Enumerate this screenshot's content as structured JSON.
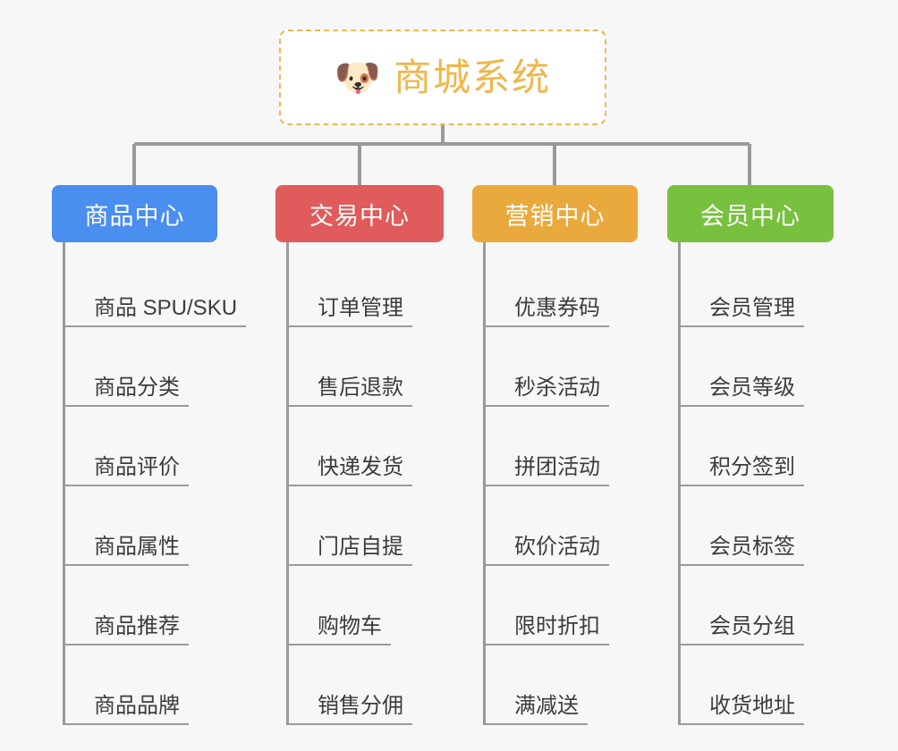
{
  "root": {
    "icon": "shiba-dog-face-icon",
    "emoji": "🐶",
    "title": "商城系统",
    "border_color": "#f0b952",
    "title_color": "#f0b64a"
  },
  "canvas": {
    "background": "#f7f7f7",
    "connector_color": "#9a9a9a"
  },
  "columns": [
    {
      "title": "商品中心",
      "color": "#4a8ef0",
      "items": [
        "商品 SPU/SKU",
        "商品分类",
        "商品评价",
        "商品属性",
        "商品推荐",
        "商品品牌"
      ]
    },
    {
      "title": "交易中心",
      "color": "#e05b5b",
      "items": [
        "订单管理",
        "售后退款",
        "快递发货",
        "门店自提",
        "购物车",
        "销售分佣"
      ]
    },
    {
      "title": "营销中心",
      "color": "#eaa93c",
      "items": [
        "优惠券码",
        "秒杀活动",
        "拼团活动",
        "砍价活动",
        "限时折扣",
        "满减送"
      ]
    },
    {
      "title": "会员中心",
      "color": "#78c13f",
      "items": [
        "会员管理",
        "会员等级",
        "积分签到",
        "会员标签",
        "会员分组",
        "收货地址"
      ]
    }
  ]
}
